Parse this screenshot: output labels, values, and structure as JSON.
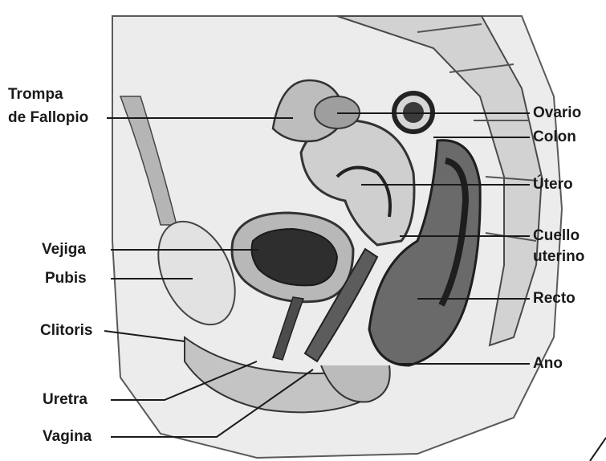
{
  "labels": {
    "trompa_line1": "Trompa",
    "trompa_line2": "de Fallopio",
    "vejiga": "Vejiga",
    "pubis": "Pubis",
    "clitoris": "Clitoris",
    "uretra": "Uretra",
    "vagina": "Vagina",
    "ovario": "Ovario",
    "colon": "Colon",
    "utero": "Útero",
    "cuello_line1": "Cuello",
    "cuello_line2": "uterino",
    "recto": "Recto",
    "ano": "Ano"
  },
  "colors": {
    "background": "#ffffff",
    "ink": "#1a1a1a",
    "tissue_light": "#d9d9d9",
    "tissue_mid": "#a8a8a8",
    "tissue_dark": "#3c3c3c"
  }
}
